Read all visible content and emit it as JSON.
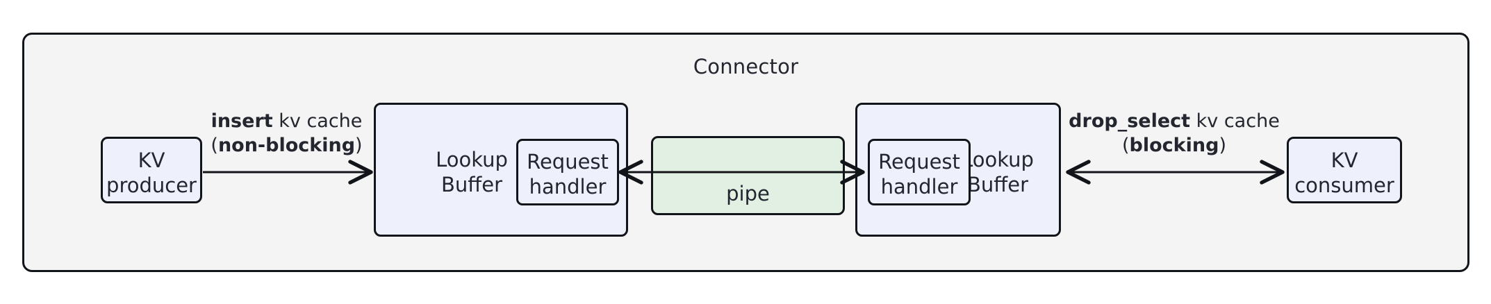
{
  "diagram": {
    "container": {
      "title": "Connector",
      "fill_color": "#f4f4f4",
      "stroke_color": "#111418"
    },
    "nodes": {
      "kv_producer": {
        "label": "KV\nproducer",
        "fill_color": "#eef1fb"
      },
      "kv_consumer": {
        "label": "KV\nconsumer",
        "fill_color": "#eef1fb"
      },
      "lookup_buffer_left": {
        "label": "Lookup\nBuffer",
        "fill_color": "#eef1fb"
      },
      "lookup_buffer_right": {
        "label": "Lookup\nBuffer",
        "fill_color": "#eef1fb"
      },
      "request_handler_left": {
        "label": "Request\nhandler",
        "fill_color": "#eef1fb"
      },
      "request_handler_right": {
        "label": "Request\nhandler",
        "fill_color": "#eef1fb"
      },
      "pipe": {
        "label": "pipe",
        "fill_color": "#e2f0e4"
      }
    },
    "edges": {
      "insert": {
        "op": "insert",
        "rest": " kv cache",
        "paren_open": "(",
        "mode": "non-blocking",
        "paren_close": ")",
        "direction": "right"
      },
      "drop_select": {
        "op": "drop_select",
        "rest": " kv cache",
        "paren_open": "(",
        "mode": "blocking",
        "paren_close": ")",
        "direction": "both"
      }
    }
  }
}
